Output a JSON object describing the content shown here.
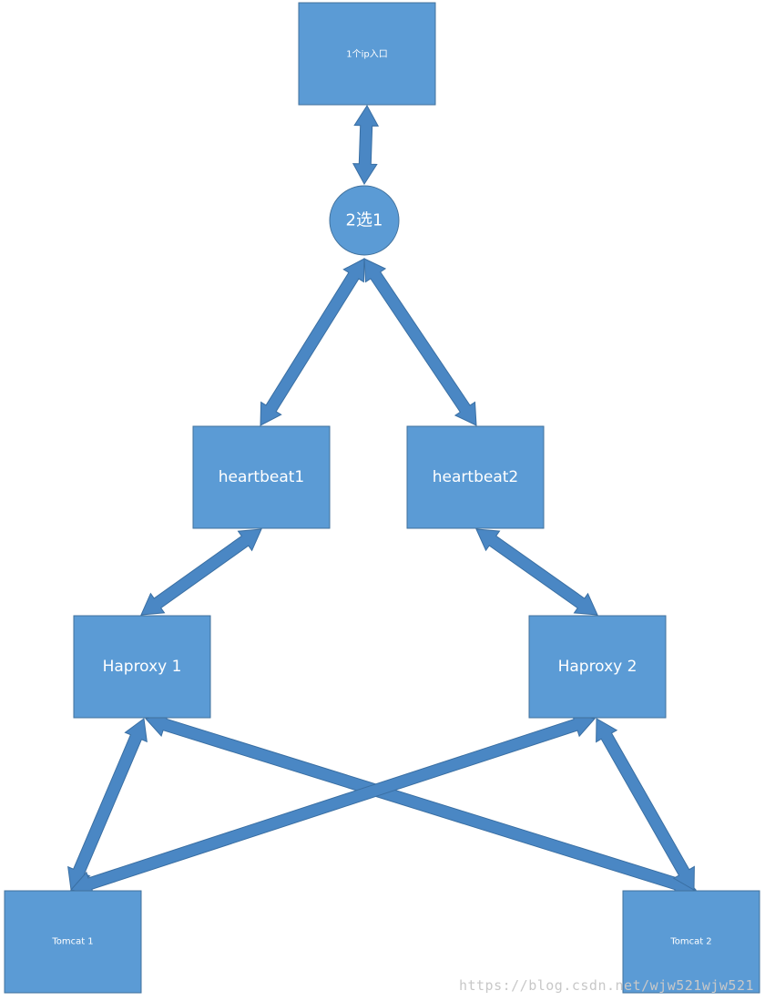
{
  "diagram": {
    "colors": {
      "node_fill": "#5b9bd5",
      "node_border": "#41719c",
      "arrow_fill": "#4a87c4",
      "arrow_border": "#3a6fa3",
      "label": "#ffffff"
    },
    "nodes": {
      "entry": "1个ip入口",
      "selector": "2选1",
      "heartbeat1": "heartbeat1",
      "heartbeat2": "heartbeat2",
      "haproxy1": "Haproxy 1",
      "haproxy2": "Haproxy 2",
      "tomcat1": "Tomcat 1",
      "tomcat2": "Tomcat 2"
    },
    "connections": [
      {
        "from": "entry",
        "to": "selector",
        "direction": "both"
      },
      {
        "from": "selector",
        "to": "heartbeat1",
        "direction": "both"
      },
      {
        "from": "selector",
        "to": "heartbeat2",
        "direction": "both"
      },
      {
        "from": "heartbeat1",
        "to": "haproxy1",
        "direction": "both"
      },
      {
        "from": "heartbeat2",
        "to": "haproxy2",
        "direction": "both"
      },
      {
        "from": "haproxy1",
        "to": "tomcat1",
        "direction": "both"
      },
      {
        "from": "haproxy1",
        "to": "tomcat2",
        "direction": "both"
      },
      {
        "from": "haproxy2",
        "to": "tomcat1",
        "direction": "both"
      },
      {
        "from": "haproxy2",
        "to": "tomcat2",
        "direction": "both"
      }
    ]
  },
  "watermark": "https://blog.csdn.net/wjw521wjw521"
}
